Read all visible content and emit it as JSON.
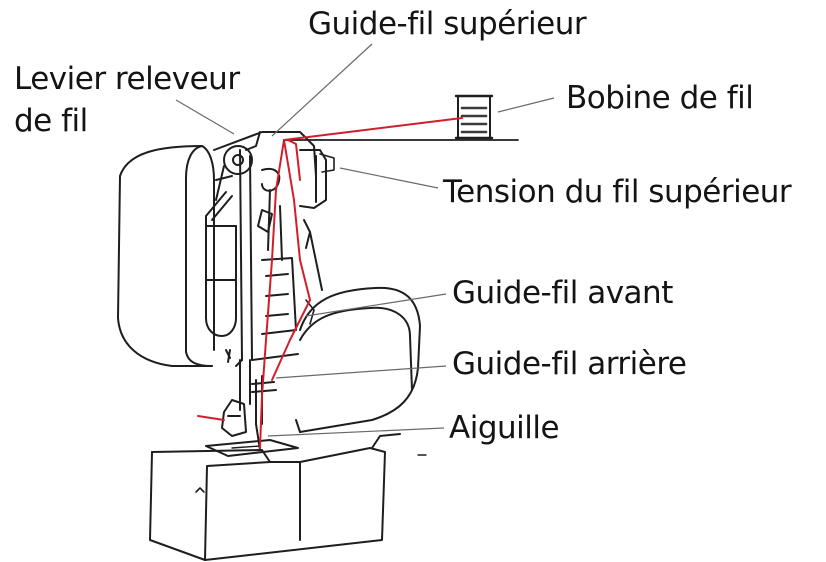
{
  "labels": {
    "upper_thread_guide": "Guide-fil supérieur",
    "take_up_lever_line1": "Levier releveur",
    "take_up_lever_line2": "de fil",
    "spool": "Bobine de fil",
    "upper_tension": "Tension du fil supérieur",
    "front_guide": "Guide-fil avant",
    "rear_guide": "Guide-fil arrière",
    "needle": "Aiguille"
  },
  "colors": {
    "ink": "#141414",
    "thread": "#d21e2a",
    "leader": "#6a6a6a",
    "outline": "#1e1e1e"
  }
}
